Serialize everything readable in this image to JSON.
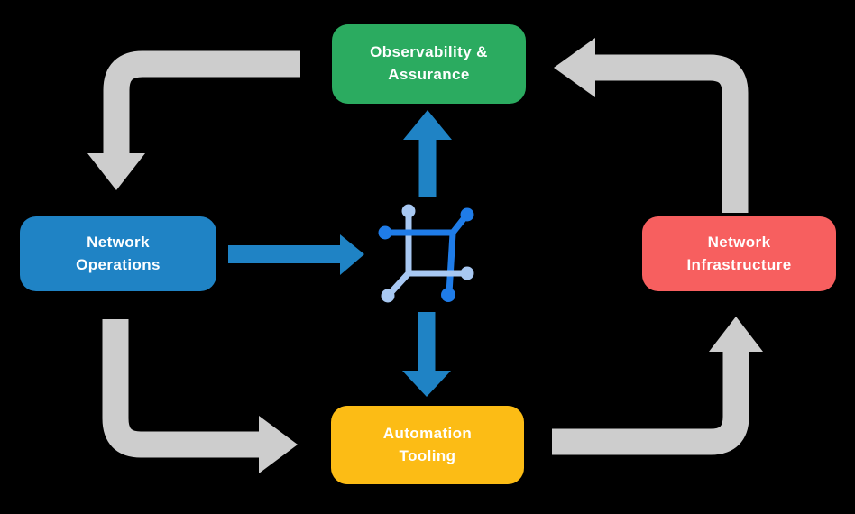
{
  "nodes": {
    "observability": {
      "line1": "Observability &",
      "line2": "Assurance",
      "color": "#2bab60"
    },
    "operations": {
      "line1": "Network",
      "line2": "Operations",
      "color": "#1f83c5"
    },
    "infrastructure": {
      "line1": "Network",
      "line2": "Infrastructure",
      "color": "#f75f5f"
    },
    "automation": {
      "line1": "Automation",
      "line2": "Tooling",
      "color": "#fcbc15"
    }
  },
  "colors": {
    "background": "#000000",
    "text": "#ffffff",
    "cycle_arrow": "#cdcdcd",
    "flow_arrow": "#1f83c5",
    "icon_dark": "#1f7ce8",
    "icon_light": "#a8c8f2"
  }
}
